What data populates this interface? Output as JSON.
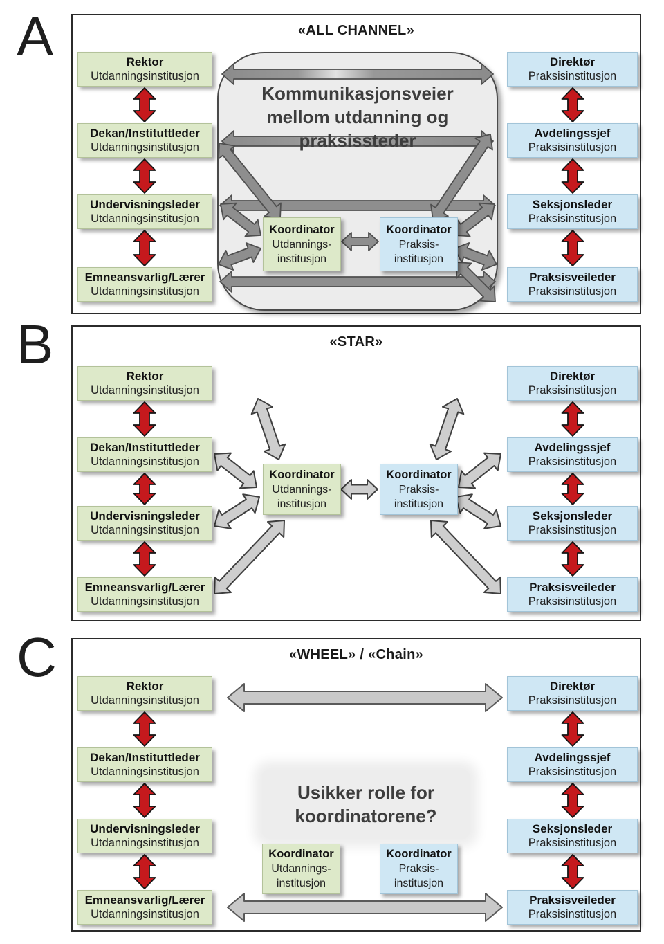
{
  "figure": {
    "panel_labels": [
      "A",
      "B",
      "C"
    ]
  },
  "education_column": {
    "boxes": [
      {
        "title": "Rektor",
        "subtitle": "Utdanningsinstitusjon"
      },
      {
        "title": "Dekan/Instituttleder",
        "subtitle": "Utdanningsinstitusjon"
      },
      {
        "title": "Undervisningsleder",
        "subtitle": "Utdanningsinstitusjon"
      },
      {
        "title": "Emneansvarlig/Lærer",
        "subtitle": "Utdanningsinstitusjon"
      }
    ]
  },
  "practice_column": {
    "boxes": [
      {
        "title": "Direktør",
        "subtitle": "Praksisinstitusjon"
      },
      {
        "title": "Avdelingssjef",
        "subtitle": "Praksisinstitusjon"
      },
      {
        "title": "Seksjonsleder",
        "subtitle": "Praksisinstitusjon"
      },
      {
        "title": "Praksisveileder",
        "subtitle": "Praksisinstitusjon"
      }
    ]
  },
  "koordinator_education": {
    "title": "Koordinator",
    "line1": "Utdannings-",
    "line2": "institusjon"
  },
  "koordinator_practice": {
    "title": "Koordinator",
    "line1": "Praksis-",
    "line2": "institusjon"
  },
  "panel_a": {
    "title": "«ALL CHANNEL»",
    "caption_line1": "Kommunikasjonsveier",
    "caption_line2": "mellom utdanning og",
    "caption_line3": "praksissteder"
  },
  "panel_b": {
    "title": "«STAR»"
  },
  "panel_c": {
    "title": "«WHEEL» / «Chain»",
    "question_line1": "Usikker rolle for",
    "question_line2": "koordinatorene?"
  },
  "colors": {
    "education_box": "#dde9c9",
    "practice_box": "#cfe7f4",
    "red_arrow": "#c5191d",
    "gray_arrow_dark": "#8e8e8e",
    "gray_arrow_light": "#cecece",
    "panel_border": "#2b2b2b"
  }
}
